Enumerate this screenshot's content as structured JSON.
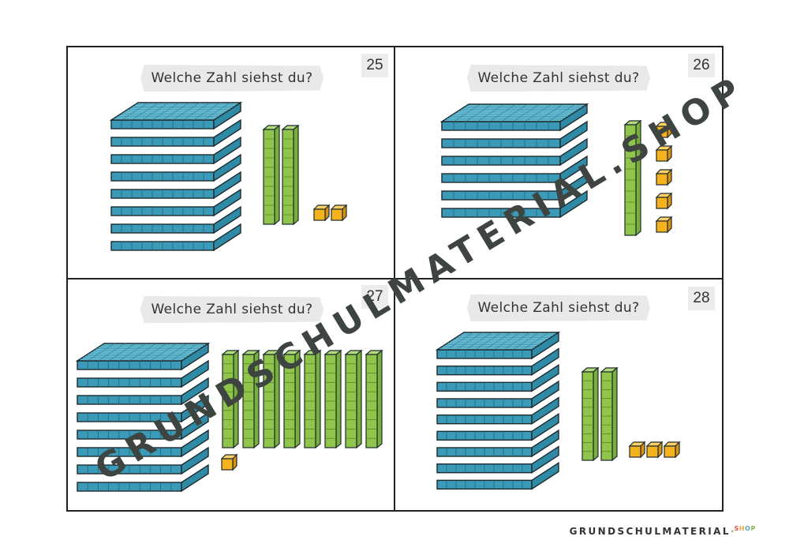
{
  "cards": [
    {
      "number": "25",
      "question": "Welche Zahl siehst du?",
      "hundreds": 8,
      "tens": 2,
      "ones": 2
    },
    {
      "number": "26",
      "question": "Welche Zahl siehst du?",
      "hundreds": 6,
      "tens": 1,
      "ones": 5
    },
    {
      "number": "27",
      "question": "Welche Zahl siehst du?",
      "hundreds": 8,
      "tens": 8,
      "ones": 1
    },
    {
      "number": "28",
      "question": "Welche Zahl siehst du?",
      "hundreds": 9,
      "tens": 2,
      "ones": 3
    }
  ],
  "watermark": "GRUNDSCHULMATERIAL.SHOP",
  "footer": {
    "brand": "GRUNDSCHULMATERIAL",
    "dot": "·",
    "shop": [
      "S",
      "H",
      "O",
      "P"
    ]
  },
  "colors": {
    "hundreds": "#3a9ab8",
    "hundreds_top": "#6fc4da",
    "tens": "#8ec54a",
    "ones": "#f5b21f",
    "outline": "#1e2a2e"
  }
}
